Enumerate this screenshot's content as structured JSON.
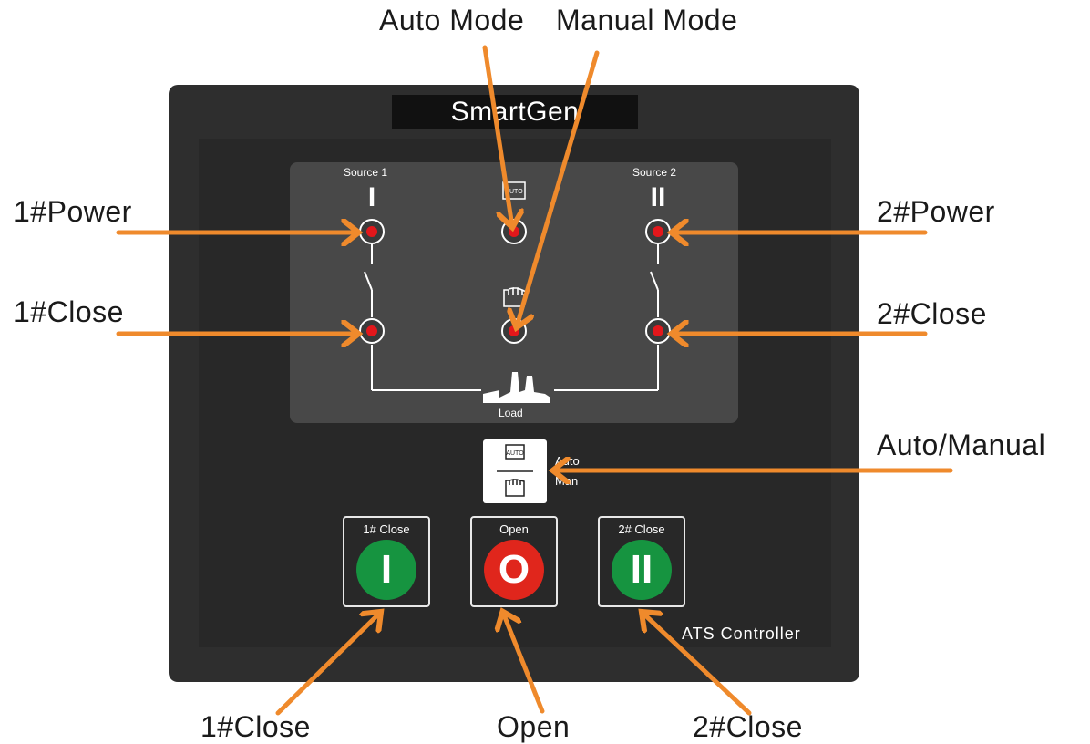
{
  "brand": "SmartGen",
  "device_label": "ATS Controller",
  "display": {
    "source1": "Source 1",
    "source1_symbol": "I",
    "source2": "Source 2",
    "source2_symbol": "II",
    "auto_icon_text": "AUTO",
    "load": "Load"
  },
  "mode_key": {
    "icon_text": "AUTO",
    "auto": "Auto",
    "man": "Man"
  },
  "buttons": [
    {
      "caption": "1# Close",
      "symbol": "I",
      "color": "#169440"
    },
    {
      "caption": "Open",
      "symbol": "O",
      "color": "#e0261c"
    },
    {
      "caption": "2# Close",
      "symbol": "II",
      "color": "#169440"
    }
  ],
  "callouts": {
    "auto_mode": "Auto Mode",
    "manual_mode": "Manual Mode",
    "power1": "1#Power",
    "power2": "2#Power",
    "close1_led": "1#Close",
    "close2_led": "2#Close",
    "auto_manual": "Auto/Manual",
    "close1_button": "1#Close",
    "open_button": "Open",
    "close2_button": "2#Close"
  },
  "colors": {
    "arrow": "#ef8a2c",
    "led": "#e3171b",
    "panel": "#2e2e2e",
    "display": "#484848"
  }
}
